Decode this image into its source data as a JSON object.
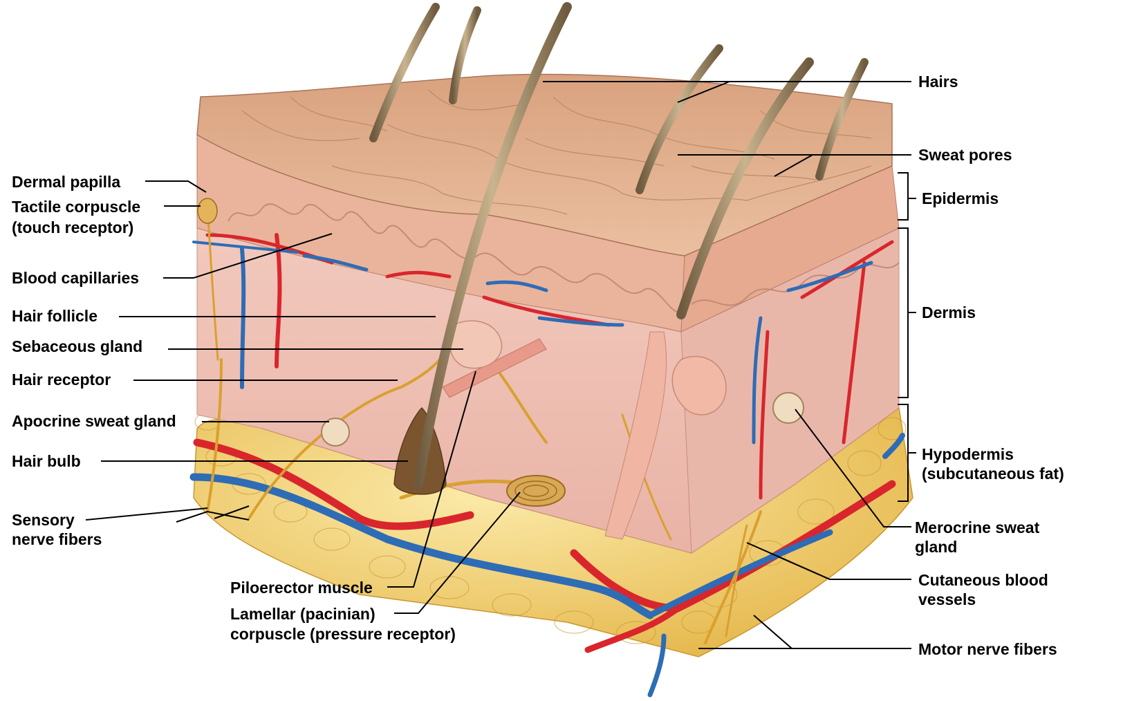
{
  "diagram": {
    "labels": {
      "hairs": "Hairs",
      "sweat_pores": "Sweat pores",
      "epidermis": "Epidermis",
      "dermis": "Dermis",
      "hypodermis_1": "Hypodermis",
      "hypodermis_2": "(subcutaneous fat)",
      "dermal_papilla": "Dermal papilla",
      "tactile_1": "Tactile corpuscle",
      "tactile_2": "(touch receptor)",
      "blood_capillaries": "Blood capillaries",
      "hair_follicle": "Hair follicle",
      "sebaceous_gland": "Sebaceous gland",
      "hair_receptor": "Hair receptor",
      "apocrine": "Apocrine sweat gland",
      "hair_bulb": "Hair bulb",
      "sensory_1": "Sensory",
      "sensory_2": "nerve fibers",
      "piloerector": "Piloerector muscle",
      "lamellar_1": "Lamellar (pacinian)",
      "lamellar_2": "corpuscle (pressure receptor)",
      "merocrine_1": "Merocrine sweat",
      "merocrine_2": "gland",
      "cutaneous_1": "Cutaneous blood",
      "cutaneous_2": "vessels",
      "motor": "Motor nerve fibers"
    },
    "colors": {
      "epidermis_surface": "#e3b08e",
      "dermis": "#f0c4b8",
      "fat": "#f2d27a",
      "artery": "#d8262c",
      "vein": "#2e6cb5",
      "nerve": "#d9a030",
      "hair": "#8a7352"
    }
  }
}
